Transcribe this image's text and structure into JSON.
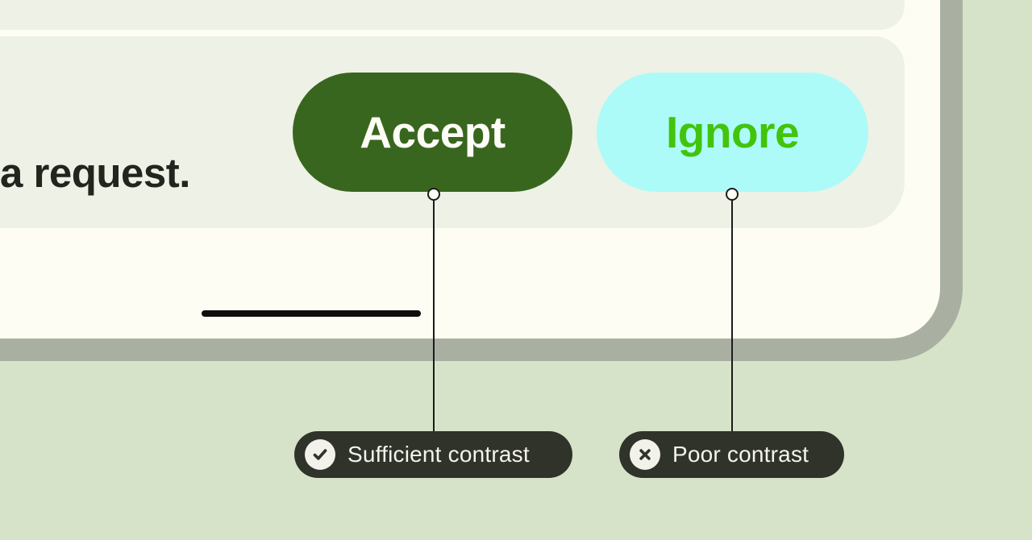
{
  "illustration": {
    "background_color": "#d7e3c9",
    "phone": {
      "frame_color": "#a9b0a1",
      "screen_color": "#fdfdf4",
      "card_color": "#edf1e6",
      "snippet_text": "a request.",
      "snippet_text_color": "#21251e",
      "gesture_bar_color": "#0f0f0d"
    },
    "buttons": {
      "accept": {
        "label": "Accept",
        "background": "#39661e",
        "text_color": "#fdfdf6",
        "contrast_quality": "sufficient"
      },
      "ignore": {
        "label": "Ignore",
        "background": "#adfbf8",
        "text_color": "#42c40c",
        "contrast_quality": "poor"
      }
    },
    "annotations": {
      "pill_color": "#2f332a",
      "pill_text_color": "#f4f3ee",
      "icon_circle_color": "#f2f1ea",
      "connector_color": "#1c1c1c",
      "sufficient": {
        "label": "Sufficient contrast",
        "icon": "check-circle-icon"
      },
      "poor": {
        "label": "Poor contrast",
        "icon": "x-circle-icon"
      }
    }
  }
}
